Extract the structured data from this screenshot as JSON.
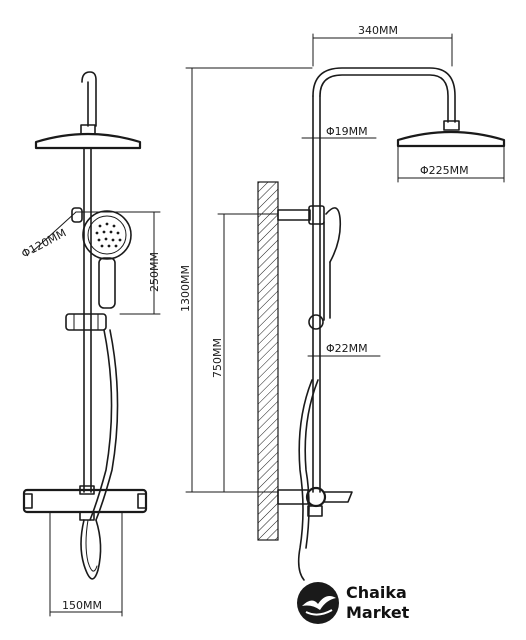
{
  "dimensions": {
    "left_head_diameter": "Φ120MM",
    "left_height": "250MM",
    "left_bottom_width": "150MM",
    "right_total_height": "1300MM",
    "right_arm_length": "340MM",
    "right_pipe_top": "Φ19MM",
    "right_head_diameter": "Φ225MM",
    "right_lower_height": "750MM",
    "right_pipe_bottom": "Φ22MM"
  },
  "logo": {
    "line1": "Chaika",
    "line2": "Market"
  },
  "colors": {
    "line": "#1a1a1a",
    "logo_circle": "#1a1a1a",
    "background": "#ffffff"
  }
}
